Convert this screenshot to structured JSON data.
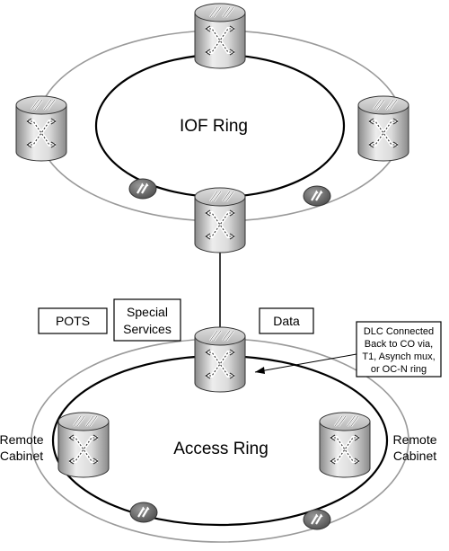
{
  "rings": {
    "top": {
      "title": "IOF Ring"
    },
    "bottom": {
      "title": "Access Ring"
    }
  },
  "service_boxes": {
    "pots": "POTS",
    "special_line1": "Special",
    "special_line2": "Services",
    "data": "Data"
  },
  "callout": {
    "line1": "DLC Connected",
    "line2": "Back to CO via,",
    "line3": "T1, Asynch mux,",
    "line4": "or OC-N ring"
  },
  "cabinets": {
    "left_line1": "Remote",
    "left_line2": "Cabinet",
    "right_line1": "Remote",
    "right_line2": "Cabinet"
  },
  "icons": {
    "router": "cross-connect-router-icon",
    "traffic_direction": "double-arrow-direction-icon"
  },
  "colors": {
    "device_light": "#ededed",
    "device_dark": "#8a8a8a",
    "ring_outer": "#9a9a9a",
    "ring_inner": "#000000",
    "direction_disc": "#6e6e6e"
  }
}
